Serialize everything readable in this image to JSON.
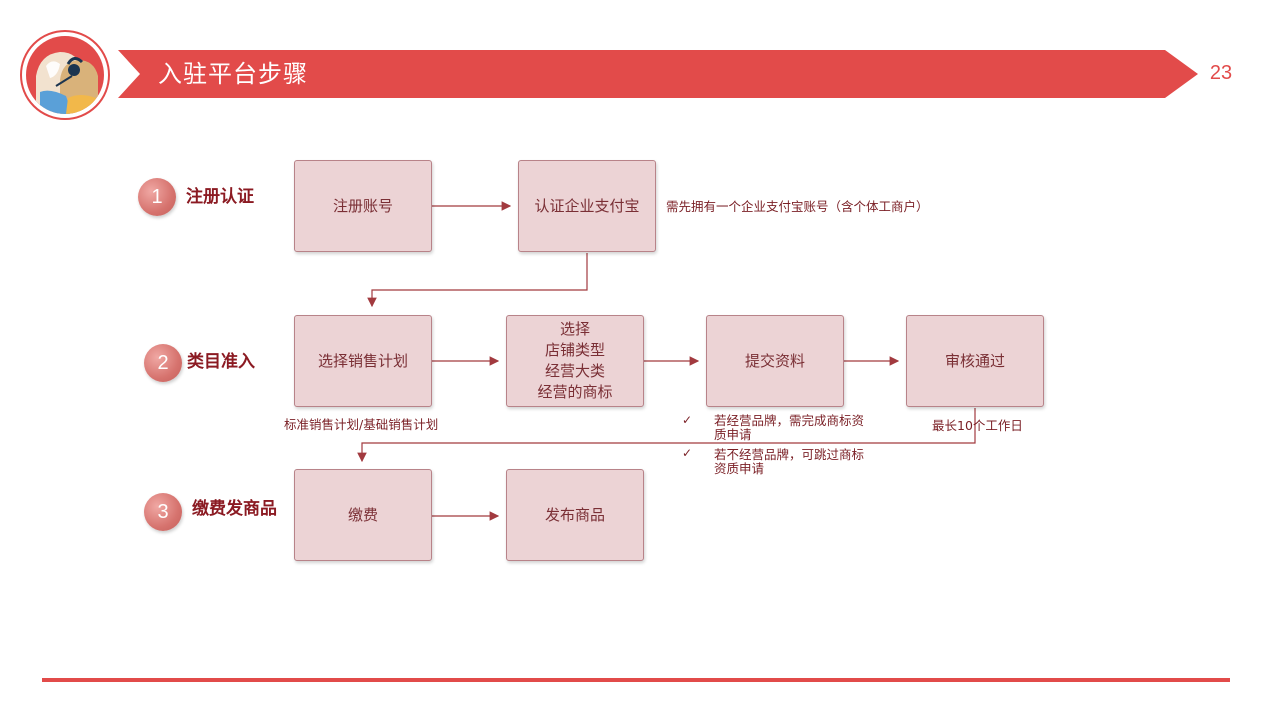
{
  "header": {
    "title": "入驻平台步骤",
    "page_number": "23"
  },
  "steps": [
    {
      "number": "1",
      "label": "注册认证"
    },
    {
      "number": "2",
      "label": "类目准入"
    },
    {
      "number": "3",
      "label": "缴费发商品"
    }
  ],
  "boxes": {
    "register_account": "注册账号",
    "verify_alipay": "认证企业支付宝",
    "select_sales_plan": "选择销售计划",
    "select_store_type": "选择\n店铺类型\n经营大类\n经营的商标",
    "submit_materials": "提交资料",
    "review_passed": "审核通过",
    "pay_fee": "缴费",
    "publish_products": "发布商品"
  },
  "notes": {
    "alipay_requirement": "需先拥有一个企业支付宝账号（含个体工商户）",
    "sales_plan_options": "标准销售计划/基础销售计划",
    "review_time": "最长10个工作日",
    "brand_note_1": "若经营品牌，需完成商标资\n质申请",
    "brand_note_2": "若不经营品牌，可跳过商标\n资质申请",
    "check_mark": "✓"
  },
  "colors": {
    "accent": "#e24b4a",
    "box_fill": "#ecd3d5",
    "box_border": "#b88389",
    "text_dark_red": "#7a2f35",
    "arrow": "#a23a3f"
  }
}
